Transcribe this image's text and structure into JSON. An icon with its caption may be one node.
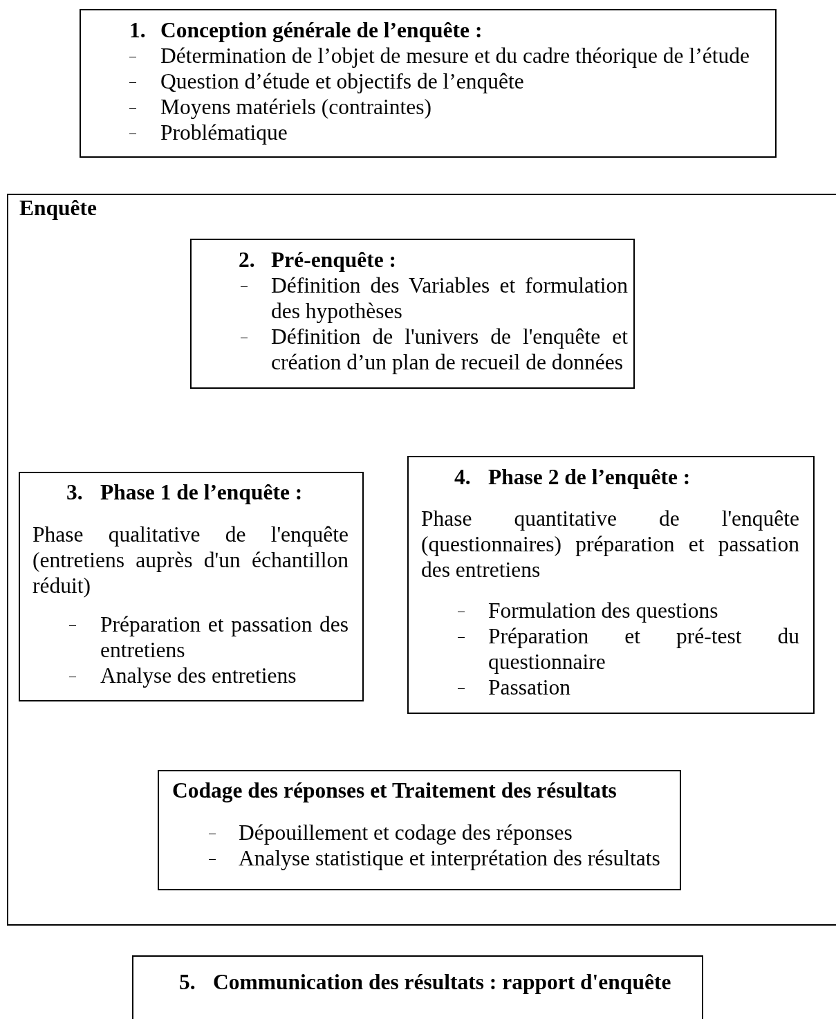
{
  "diagram": {
    "nodes": [
      {
        "text": [
          "1. Conception générale de l’enquête :",
          "Détermination de l’objet de mesure et du cadre théorique de l’étude",
          "Question d’étude et objectifs de l’enquête",
          "Moyens matériels (contraintes)",
          "Problématique"
        ]
      },
      {
        "text": [
          "Enquête"
        ]
      },
      {
        "text": [
          "2. Pré-enquête :",
          "Définition des Variables et formulation des hypothèses",
          "Définition de l'univers de l'enquête et création d’un plan de recueil de données"
        ],
        "in": 1
      },
      {
        "text": [
          "3. Phase 1 de l’enquête :",
          "Phase qualitative de l'enquête (entretiens auprès d'un échantillon réduit)",
          "Préparation et passation des entretiens",
          "Analyse des entretiens"
        ],
        "in": 1
      },
      {
        "text": [
          "4. Phase 2 de l’enquête :",
          "Phase quantitative de l'enquête (questionnaires) préparation et passation des entretiens",
          "Formulation des questions",
          "Préparation et pré-test du questionnaire",
          "Passation"
        ],
        "in": 1
      },
      {
        "text": [
          "Codage des réponses et Traitement des résultats",
          "Dépouillement et codage des réponses",
          "Analyse statistique et interprétation des résultats"
        ],
        "in": 1
      },
      {
        "text": [
          "5. Communication des résultats : rapport d'enquête"
        ]
      }
    ],
    "edges": []
  }
}
